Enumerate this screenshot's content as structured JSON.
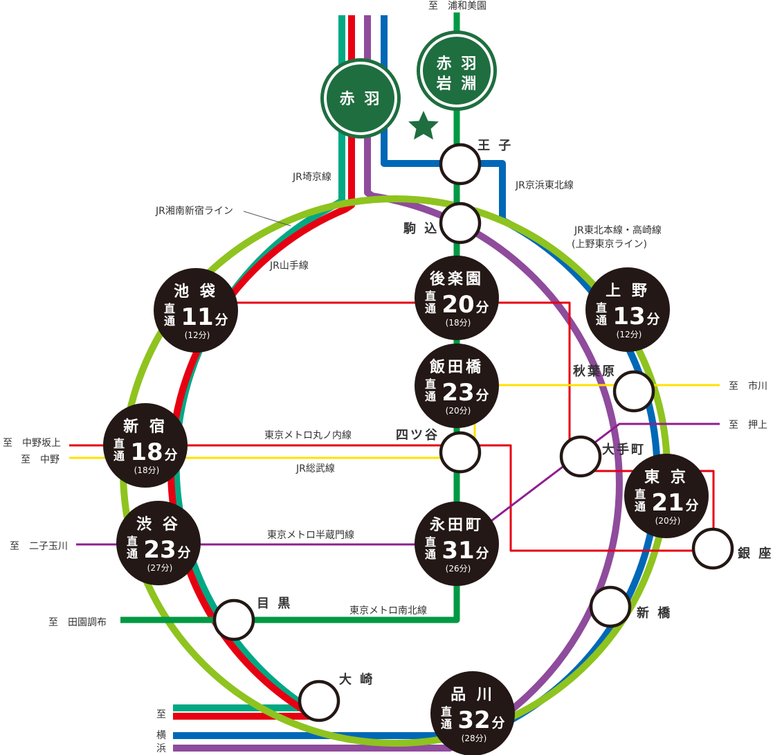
{
  "colors": {
    "hub": "#231815",
    "green_station": "#1f6e3f",
    "saikyo": "#00a884",
    "shonan": "#e60012",
    "yamanote": "#8fc31f",
    "keihin": "#0068b7",
    "utsunomiya": "#8f4b9c",
    "nanboku": "#009944",
    "marunouchi": "#e60012",
    "sobu": "#ffe100",
    "hanzomon": "#8f1e8f"
  },
  "origin_stations": [
    {
      "id": "akabane",
      "name": "赤 羽"
    },
    {
      "id": "akabane-iwabuchi",
      "line1": "赤 羽",
      "line2": "岩 淵"
    }
  ],
  "hub_stations": [
    {
      "id": "ikebukuro",
      "name": "池 袋",
      "direct": "直通",
      "minutes": "11",
      "unit": "分",
      "sub": "(12分)"
    },
    {
      "id": "korakuen",
      "name": "後楽園",
      "direct": "直通",
      "minutes": "20",
      "unit": "分",
      "sub": "(18分)"
    },
    {
      "id": "ueno",
      "name": "上 野",
      "direct": "直通",
      "minutes": "13",
      "unit": "分",
      "sub": "(12分)"
    },
    {
      "id": "iidabashi",
      "name": "飯田橋",
      "direct": "直通",
      "minutes": "23",
      "unit": "分",
      "sub": "(20分)"
    },
    {
      "id": "shinjuku",
      "name": "新 宿",
      "direct": "直通",
      "minutes": "18",
      "unit": "分",
      "sub": "(18分)"
    },
    {
      "id": "tokyo",
      "name": "東 京",
      "direct": "直通",
      "minutes": "21",
      "unit": "分",
      "sub": "(20分)"
    },
    {
      "id": "shibuya",
      "name": "渋 谷",
      "direct": "直通",
      "minutes": "23",
      "unit": "分",
      "sub": "(27分)"
    },
    {
      "id": "nagatacho",
      "name": "永田町",
      "direct": "直通",
      "minutes": "31",
      "unit": "分",
      "sub": "(26分)"
    },
    {
      "id": "shinagawa",
      "name": "品 川",
      "direct": "直通",
      "minutes": "32",
      "unit": "分",
      "sub": "(28分)"
    }
  ],
  "small_stations": [
    {
      "id": "oji",
      "name": "王 子"
    },
    {
      "id": "komagome",
      "name": "駒 込"
    },
    {
      "id": "akihabara",
      "name": "秋葉原"
    },
    {
      "id": "otemachi",
      "name": "大手町"
    },
    {
      "id": "yotsuya",
      "name": "四ツ谷"
    },
    {
      "id": "ginza",
      "name": "銀 座"
    },
    {
      "id": "shimbashi",
      "name": "新 橋"
    },
    {
      "id": "meguro",
      "name": "目 黒"
    },
    {
      "id": "osaki",
      "name": "大 崎"
    }
  ],
  "line_labels": {
    "saikyo": "JR埼京線",
    "shonan": "JR湘南新宿ライン",
    "yamanote": "JR山手線",
    "keihin": "JR京浜東北線",
    "utsunomiya_1": "JR東北本線・高崎線",
    "utsunomiya_2": "(上野東京ライン)",
    "marunouchi": "東京メトロ丸ノ内線",
    "sobu": "JR総武線",
    "hanzomon": "東京メトロ半蔵門線",
    "nanboku": "東京メトロ南北線"
  },
  "destinations": {
    "urawa_misono": "至　浦和美園",
    "ichikawa": "至　市川",
    "oshiage": "至　押上",
    "nakano_sakaue": "至　中野坂上",
    "nakano": "至　中野",
    "futako_tamagawa": "至　二子玉川",
    "denen_chofu": "至　田園調布",
    "to": "至",
    "yoko": "横",
    "hama": "浜"
  },
  "marker": "star-icon"
}
